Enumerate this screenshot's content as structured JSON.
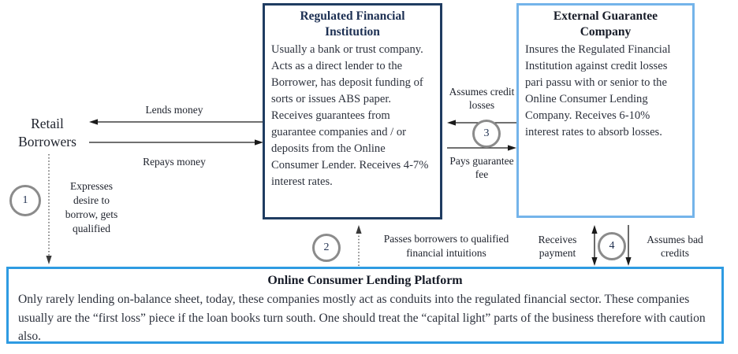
{
  "actors": {
    "retail_borrowers": "Retail Borrowers"
  },
  "boxes": {
    "rfi": {
      "title": "Regulated Financial Institution",
      "body": "Usually a bank or trust company. Acts as a direct lender to the Borrower, has deposit funding of sorts or issues ABS paper. Receives guarantees from guarantee companies and / or deposits from the Online Consumer Lender. Receives 4-7% interest rates.",
      "border_color": "#1f3c61"
    },
    "egc": {
      "title": "External Guarantee Company",
      "body": "Insures the Regulated Financial Institution against credit losses pari passu with or senior to the Online Consumer Lending Company. Receives 6-10% interest rates to absorb losses.",
      "border_color": "#74b4ea"
    },
    "oclp": {
      "title": "Online Consumer Lending Platform",
      "body": "Only rarely lending on-balance sheet, today, these companies mostly act as conduits into the regulated financial sector. These companies usually are the “first loss” piece if the loan books turn south. One should treat the “capital light” parts of the business therefore with caution also.",
      "border_color": "#2e9be2"
    }
  },
  "flows": {
    "lends_money": "Lends money",
    "repays_money": "Repays money",
    "expresses_desire": "Expresses desire to borrow, gets qualified",
    "passes_borrowers": "Passes borrowers to qualified financial intuitions",
    "assumes_credit_losses": "Assumes credit losses",
    "pays_guarantee_fee": "Pays guarantee fee",
    "receives_payment": "Receives payment",
    "assumes_bad_credits": "Assumes bad credits"
  },
  "steps": {
    "s1": "1",
    "s2": "2",
    "s3": "3",
    "s4": "4"
  },
  "colors": {
    "step_circle_border": "#8b8b8b",
    "arrow": "#1a1a1a"
  }
}
